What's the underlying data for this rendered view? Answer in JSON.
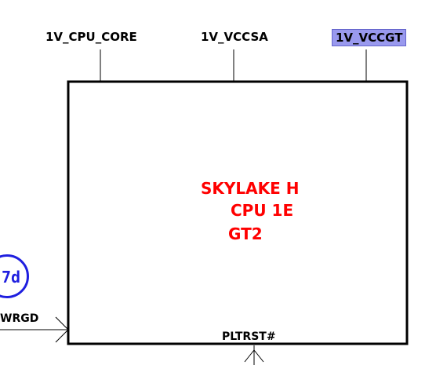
{
  "power_rails": [
    {
      "label": "1V_CPU_CORE"
    },
    {
      "label": "1V_VCCSA"
    },
    {
      "label": "1V_VCCGT",
      "highlight_color": "#9999ee"
    }
  ],
  "chip": {
    "line1": "SKYLAKE H",
    "line2": "CPU 1E",
    "line3": "GT2",
    "text_color": "#ff0000"
  },
  "signals": {
    "pltrst": "PLTRST#",
    "pwrgd": "WRGD"
  },
  "reference": {
    "label": "7d",
    "color": "#1f1fdf"
  }
}
